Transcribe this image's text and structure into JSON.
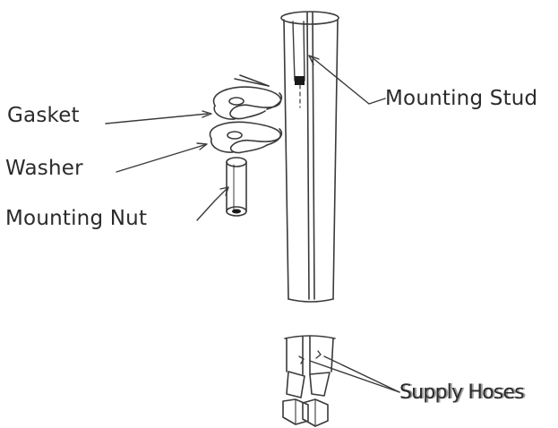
{
  "labels": {
    "gasket": "Gasket",
    "washer": "Washer",
    "mounting_nut": "Mounting Nut",
    "mounting_stud": "Mounting Stud",
    "supply_hoses": "Supply Hoses"
  },
  "colors": {
    "line": "#3a3a3a",
    "text": "#2b2b2b",
    "background": "#ffffff"
  }
}
